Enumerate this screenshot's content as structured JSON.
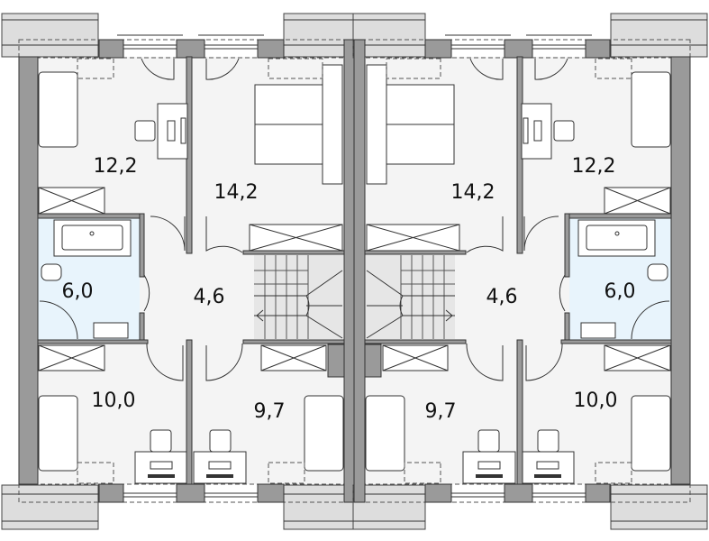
{
  "plan": {
    "colors": {
      "wall": "#9a9a9a",
      "floor": "#f4f4f4",
      "bathroom": "#e8f4fc"
    },
    "rooms": [
      {
        "id": "bedroom-nw-left",
        "area": "12,2"
      },
      {
        "id": "bedroom-master-left",
        "area": "14,2"
      },
      {
        "id": "bathroom-left",
        "area": "6,0"
      },
      {
        "id": "hall-left",
        "area": "4,6"
      },
      {
        "id": "bedroom-sw-left",
        "area": "10,0"
      },
      {
        "id": "bedroom-s-left",
        "area": "9,7"
      },
      {
        "id": "bedroom-master-right",
        "area": "14,2"
      },
      {
        "id": "bedroom-ne-right",
        "area": "12,2"
      },
      {
        "id": "bathroom-right",
        "area": "6,0"
      },
      {
        "id": "hall-right",
        "area": "4,6"
      },
      {
        "id": "bedroom-s-right",
        "area": "9,7"
      },
      {
        "id": "bedroom-se-right",
        "area": "10,0"
      }
    ]
  }
}
